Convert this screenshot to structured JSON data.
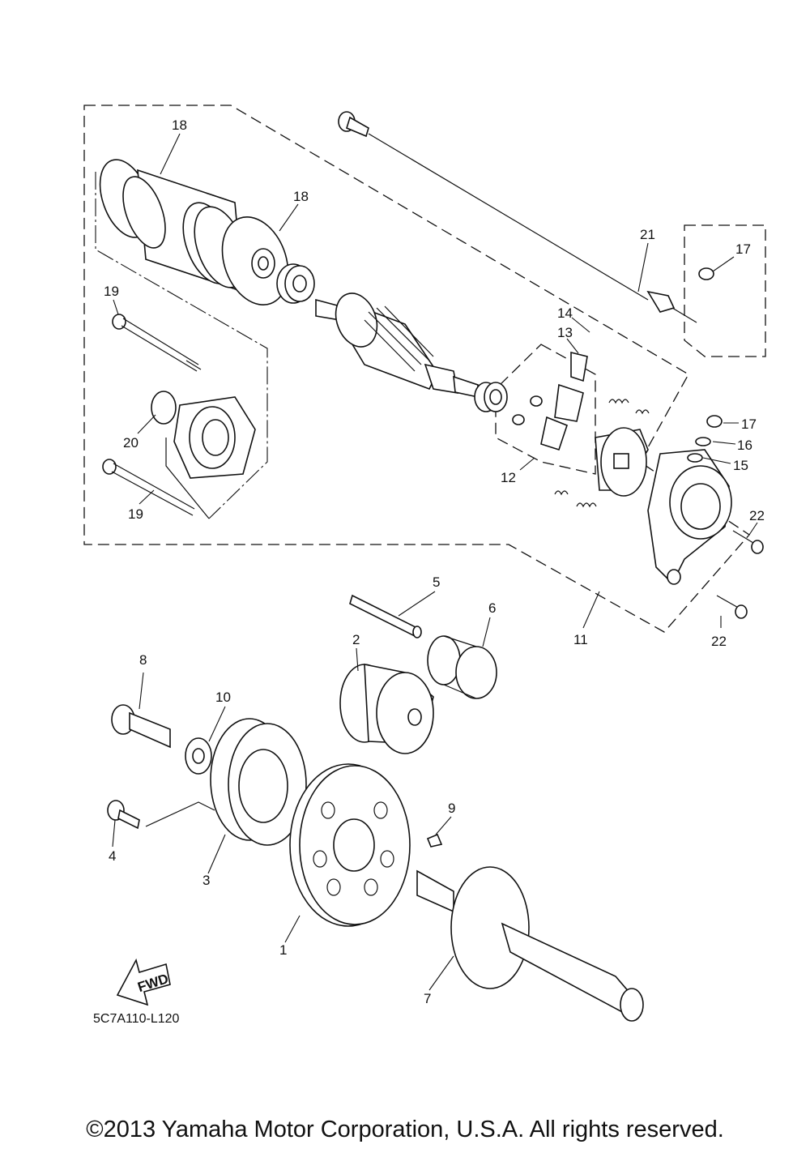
{
  "diagram_code": "5C7A110-L120",
  "copyright": "©2013 Yamaha Motor Corporation, U.S.A. All rights reserved.",
  "fwd_label": "FWD",
  "callouts": {
    "c1": "1",
    "c2": "2",
    "c3": "3",
    "c4": "4",
    "c5": "5",
    "c6": "6",
    "c7": "7",
    "c8": "8",
    "c9": "9",
    "c10": "10",
    "c11": "11",
    "c12": "12",
    "c13": "13",
    "c14": "14",
    "c15": "15",
    "c16": "16",
    "c17a": "17",
    "c17b": "17",
    "c18a": "18",
    "c18b": "18",
    "c19a": "19",
    "c19b": "19",
    "c20": "20",
    "c21": "21",
    "c22a": "22",
    "c22b": "22"
  }
}
